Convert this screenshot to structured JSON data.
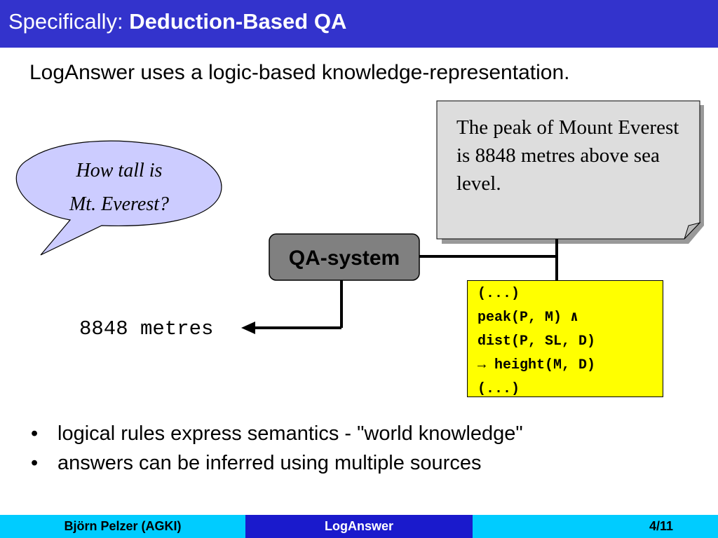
{
  "header": {
    "title_prefix": "Specifically: ",
    "title_bold": "Deduction-Based QA"
  },
  "intro": "LogAnswer uses a logic-based knowledge-representation.",
  "diagram": {
    "question": {
      "line1": "How tall is",
      "line2": "Mt. Everest?"
    },
    "document_text": "The peak of Mount Everest is 8848 metres above sea level.",
    "system_label": "QA-system",
    "answer": "8848 metres",
    "logic_lines": [
      "(...)",
      "peak(P, M) ∧",
      "dist(P, SL, D)",
      "→ height(M, D)",
      "(...)"
    ]
  },
  "bullets": [
    "logical rules express semantics - \"world knowledge\"",
    "answers can be inferred using multiple sources"
  ],
  "bullet_symbol": "•",
  "footer": {
    "author": "Björn Pelzer (AGKI)",
    "title": "LogAnswer",
    "page": "4/11"
  },
  "colors": {
    "title_bar": "#3333cc",
    "footer_side": "#00ccff",
    "footer_center": "#1a1acc",
    "bubble_fill": "#ccccff",
    "note_fill": "#dddddd",
    "qa_fill": "#808080",
    "logic_fill": "#ffff00"
  }
}
